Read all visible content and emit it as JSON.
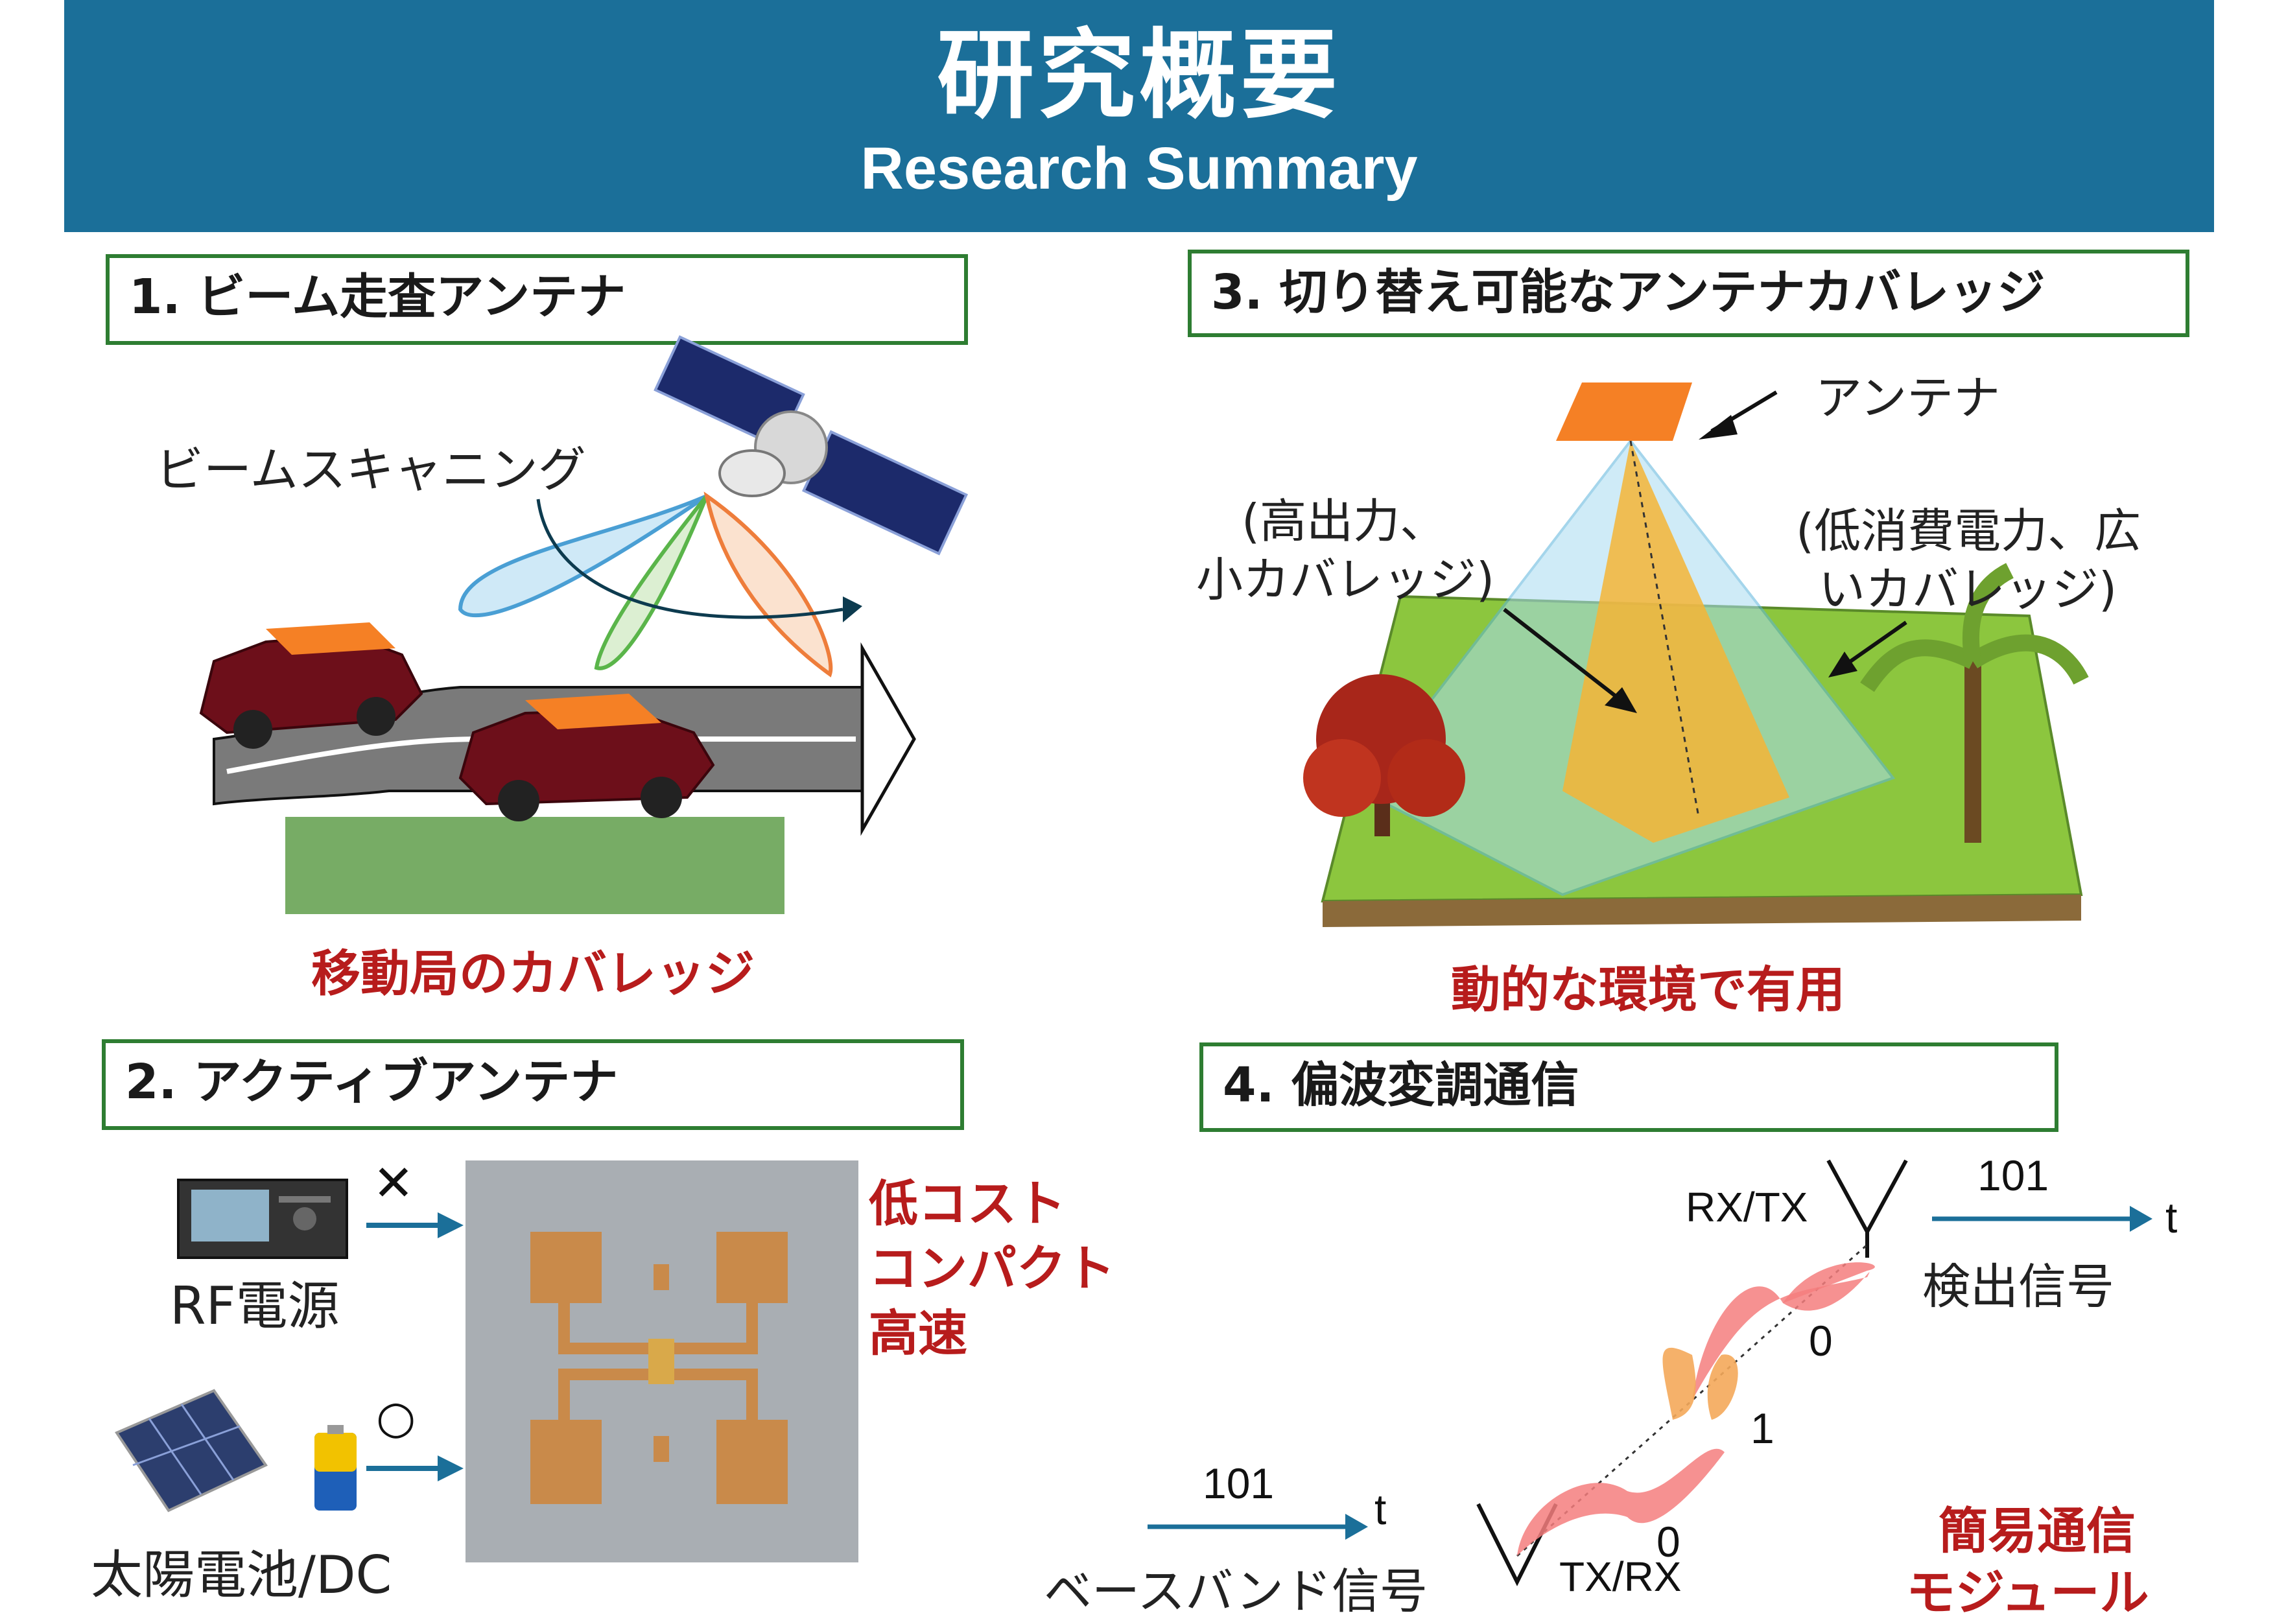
{
  "header": {
    "title": "研究概要",
    "subtitle": "Research Summary"
  },
  "sections": {
    "s1": {
      "title": "1. ビーム走査アンテナ",
      "annotation": "ビームスキャニング",
      "caption": "移動局のカバレッジ"
    },
    "s2": {
      "title": "2. アクティブアンテナ",
      "rf_source": "RF電源",
      "solar": "太陽電池/DC",
      "rf_mark": "✕",
      "solar_mark": "○",
      "features": [
        "低コスト",
        "コンパクト",
        "高速"
      ]
    },
    "s3": {
      "title": "3. 切り替え可能なアンテナカバレッジ",
      "antenna_label": "アンテナ",
      "high_power": [
        "(高出力、",
        "小カバレッジ)"
      ],
      "low_power": [
        "(低消費電力、広",
        "いカバレッジ)"
      ],
      "caption": "動的な環境で有用"
    },
    "s4": {
      "title": "4. 偏波変調通信",
      "rx_tx": "RX/TX",
      "tx_rx": "TX/RX",
      "bits_out": "101",
      "bits_in": "101",
      "t_out": "t",
      "t_in": "t",
      "detected": "検出信号",
      "baseband": "ベースバンド信号",
      "bit_top": "0",
      "bit_mid": "1",
      "bit_bottom": "0",
      "module": [
        "簡易通信",
        "モジュール"
      ]
    }
  },
  "colors": {
    "header": "#1b6f99",
    "box_border": "#2e7d32",
    "accent_red": "#b71c1c",
    "antenna": "#f58025",
    "arrow": "#1b6f99"
  }
}
